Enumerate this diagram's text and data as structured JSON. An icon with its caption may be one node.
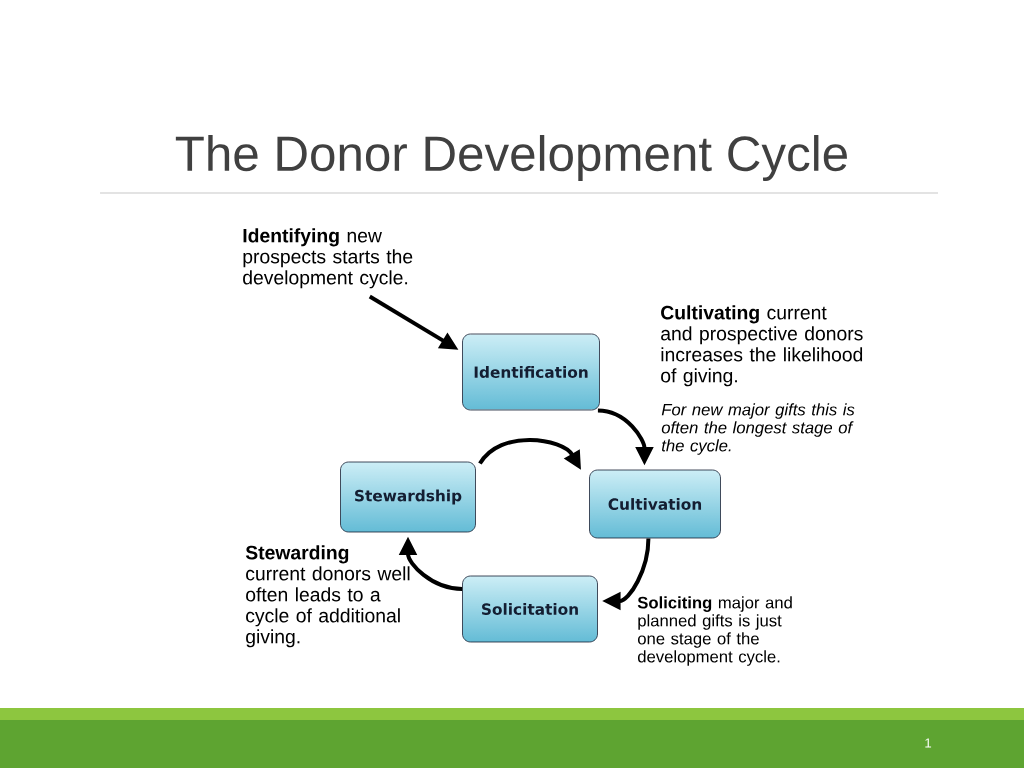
{
  "diagram": {
    "title": "The Donor Development Cycle",
    "nodes": [
      {
        "text": [
          "**Identifying** new prospects starts the development cycle."
        ]
      },
      {
        "text": [
          "Identification"
        ]
      },
      {
        "text": [
          "Cultivation"
        ]
      },
      {
        "text": [
          "Solicitation"
        ]
      },
      {
        "text": [
          "Stewardship"
        ]
      }
    ],
    "edges": [
      {
        "from": 0,
        "to": 1,
        "arrow": "to"
      },
      {
        "from": 1,
        "to": 2,
        "arrow": "to"
      },
      {
        "from": 2,
        "to": 3,
        "arrow": "to"
      },
      {
        "from": 3,
        "to": 4,
        "arrow": "to"
      },
      {
        "from": 4,
        "to": 2,
        "arrow": "to"
      }
    ],
    "labels": [
      "**Cultivating** current and prospective donors increases the likelihood of giving.",
      "For new major gifts this is often the longest stage of the cycle.",
      "**Stewarding** current donors well often leads to a cycle of additional giving.",
      "**Soliciting** major and planned gifts is just one stage of the development cycle.",
      "1"
    ]
  }
}
